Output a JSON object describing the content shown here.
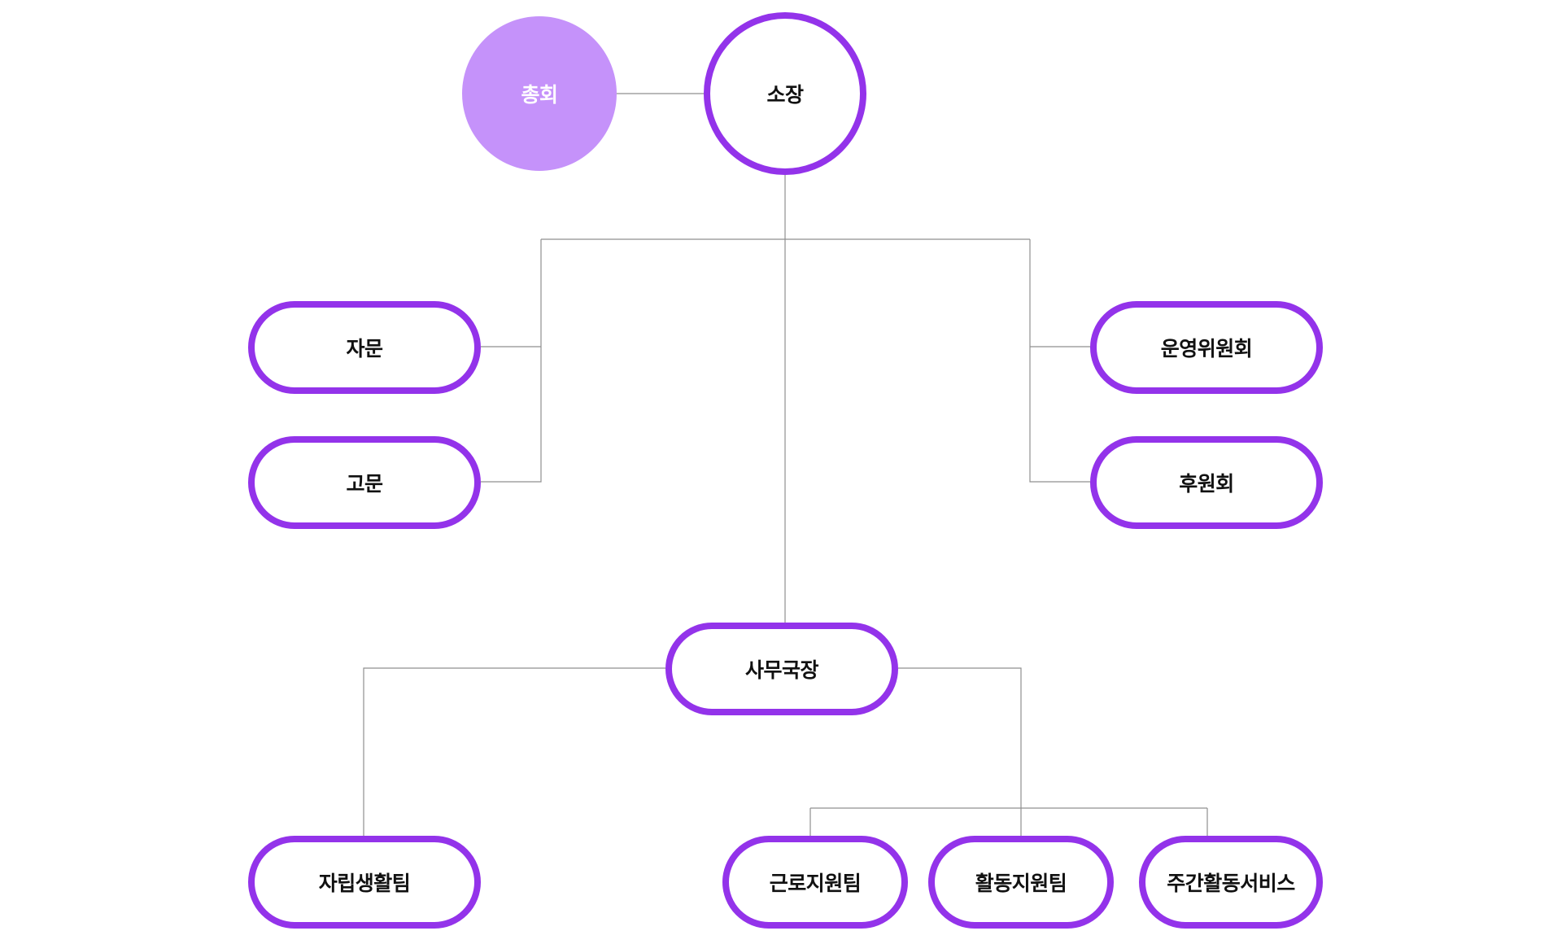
{
  "colors": {
    "accent": "#9333EA",
    "filled": "#C592FA",
    "line": "#8F8F8F",
    "text": "#111111"
  },
  "org": {
    "general_assembly": "총회",
    "director": "소장",
    "advisory": "자문",
    "counsel": "고문",
    "steering_committee": "운영위원회",
    "support_association": "후원회",
    "secretary_general": "사무국장",
    "independent_living_team": "자립생활팀",
    "work_support_team": "근로지원팀",
    "activity_support_team": "활동지원팀",
    "day_activity_service": "주간활동서비스"
  }
}
